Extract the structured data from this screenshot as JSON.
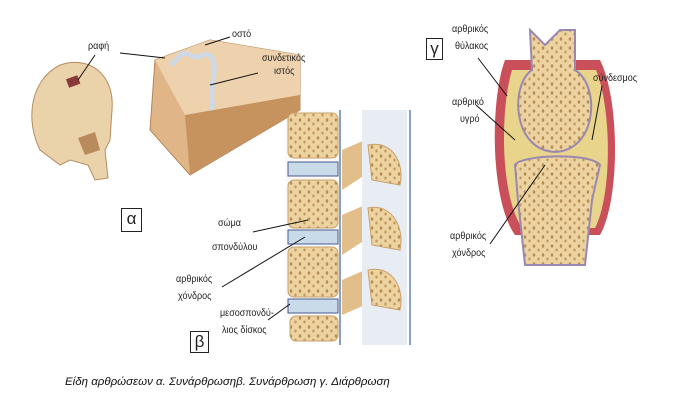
{
  "panels": {
    "alpha": {
      "marker": "α",
      "labels": {
        "suture": "ραφή",
        "bone": "οστό",
        "connective_1": "συνδετικός",
        "connective_2": "ιστός"
      }
    },
    "beta": {
      "marker": "β",
      "labels": {
        "body_1": "σώμα",
        "body_2": "σπονδύλου",
        "cartilage_1": "αρθρικός",
        "cartilage_2": "χόνδρος",
        "disc_1": "μεσοσπονδύ-",
        "disc_2": "λιος δίσκος"
      }
    },
    "gamma": {
      "marker": "γ",
      "labels": {
        "capsule_1": "αρθρικός",
        "capsule_2": "θύλακος",
        "fluid_1": "αρθρικό",
        "fluid_2": "υγρό",
        "ligament": "σύνδεσμος",
        "cartilage_1": "αρθρικός",
        "cartilage_2": "χόνδρος"
      }
    }
  },
  "caption": "Είδη αρθρώσεων α. Συνάρθρωσηβ. Συνάρθρωση γ. Διάρθρωση",
  "colors": {
    "bone": "#e9c997",
    "bone_dark": "#c89a68",
    "disc": "#c9dbe8",
    "capsule": "#c9505a",
    "fluid": "#e8d48a"
  }
}
